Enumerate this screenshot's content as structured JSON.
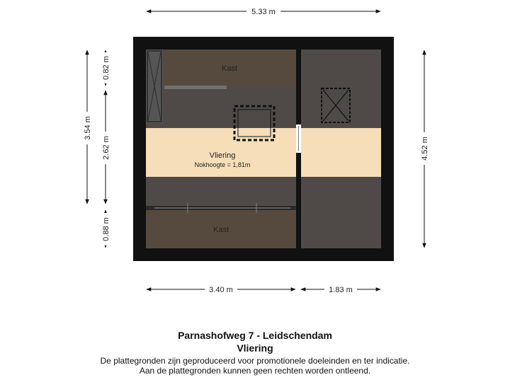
{
  "dimensions": {
    "top_width": "5.33 m",
    "bottom_left_width": "3.40 m",
    "bottom_right_width": "1.83 m",
    "left_total_height": "3.54 m",
    "left_segment_top": "0.82 m",
    "left_segment_middle": "2.62 m",
    "left_segment_bottom": "0.88 m",
    "right_height": "4.52 m"
  },
  "rooms": {
    "kast_top": "Kast",
    "vliering": "Vliering",
    "nokhoogte": "Nokhoogte = 1,81m",
    "kast_bottom": "Kast"
  },
  "footer": {
    "address": "Parnashofweg 7 - Leidschendam",
    "floor": "Vliering",
    "disclaimer_1": "De plattegronden zijn geproduceerd voor promotionele doeleinden en ter indicatie.",
    "disclaimer_2": "Aan de plattegronden kunnen geen rechten worden ontleend."
  },
  "colors": {
    "wall": "#111111",
    "floor_dark": "#4f4a47",
    "cupboard": "#564a3f",
    "attic_highlight": "#f5deb8"
  }
}
